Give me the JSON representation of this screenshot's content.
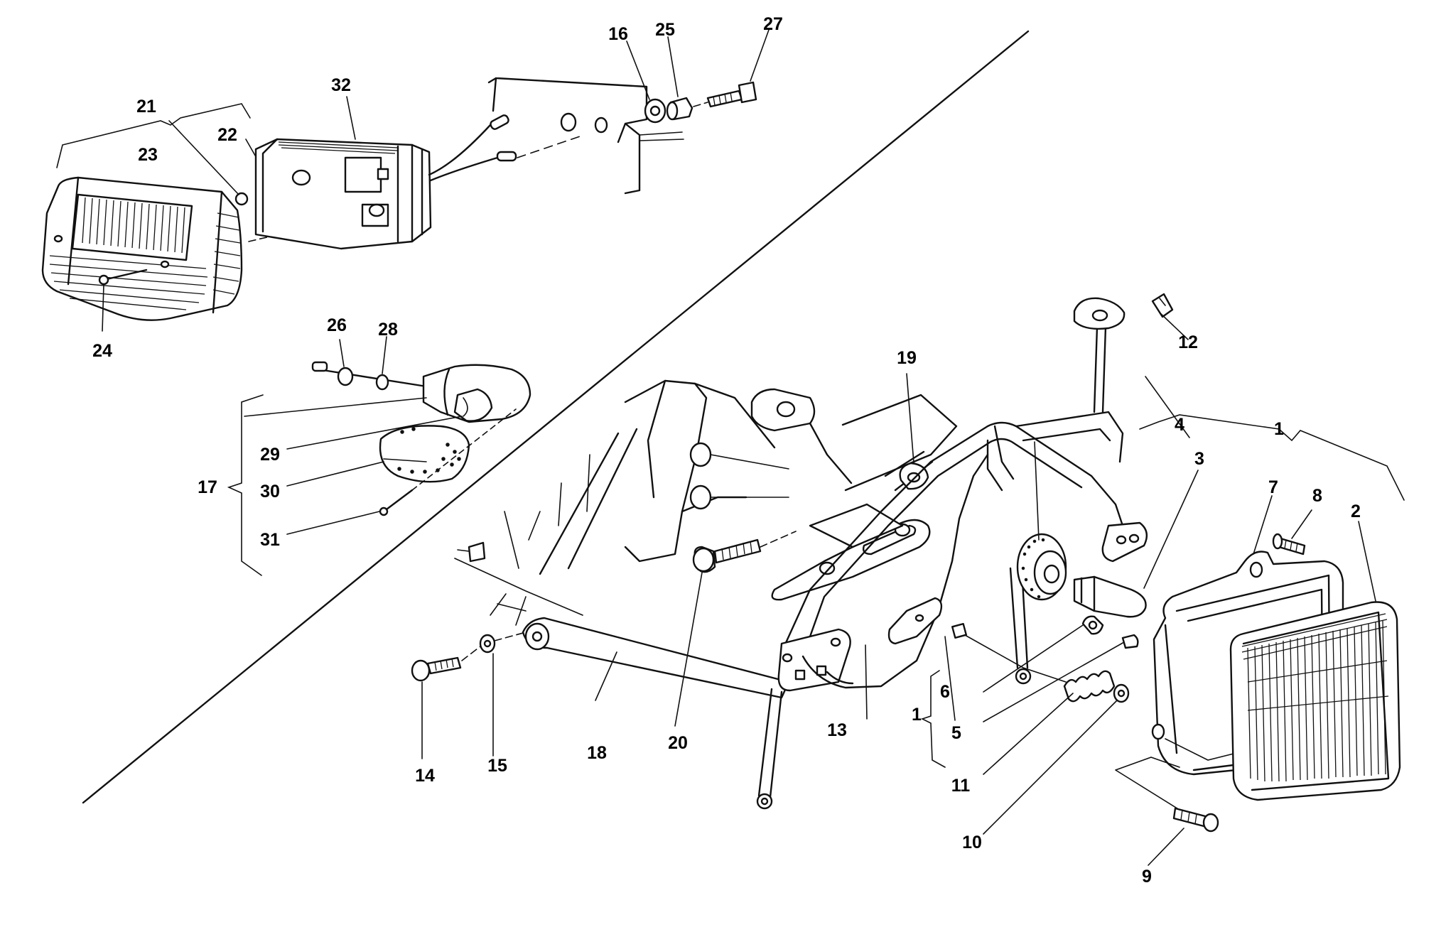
{
  "callouts": [
    {
      "id": "c1a",
      "label": "1"
    },
    {
      "id": "c1b",
      "label": "1"
    },
    {
      "id": "c2",
      "label": "2"
    },
    {
      "id": "c3",
      "label": "3"
    },
    {
      "id": "c4",
      "label": "4"
    },
    {
      "id": "c5",
      "label": "5"
    },
    {
      "id": "c6",
      "label": "6"
    },
    {
      "id": "c7",
      "label": "7"
    },
    {
      "id": "c8",
      "label": "8"
    },
    {
      "id": "c9",
      "label": "9"
    },
    {
      "id": "c10",
      "label": "10"
    },
    {
      "id": "c11",
      "label": "11"
    },
    {
      "id": "c12",
      "label": "12"
    },
    {
      "id": "c13",
      "label": "13"
    },
    {
      "id": "c14",
      "label": "14"
    },
    {
      "id": "c15",
      "label": "15"
    },
    {
      "id": "c16",
      "label": "16"
    },
    {
      "id": "c17",
      "label": "17"
    },
    {
      "id": "c18",
      "label": "18"
    },
    {
      "id": "c19",
      "label": "19"
    },
    {
      "id": "c20",
      "label": "20"
    },
    {
      "id": "c21",
      "label": "21"
    },
    {
      "id": "c22",
      "label": "22"
    },
    {
      "id": "c23",
      "label": "23"
    },
    {
      "id": "c24",
      "label": "24"
    },
    {
      "id": "c25",
      "label": "25"
    },
    {
      "id": "c26",
      "label": "26"
    },
    {
      "id": "c27",
      "label": "27"
    },
    {
      "id": "c28",
      "label": "28"
    },
    {
      "id": "c29",
      "label": "29"
    },
    {
      "id": "c30",
      "label": "30"
    },
    {
      "id": "c31",
      "label": "31"
    },
    {
      "id": "c32",
      "label": "32"
    }
  ]
}
